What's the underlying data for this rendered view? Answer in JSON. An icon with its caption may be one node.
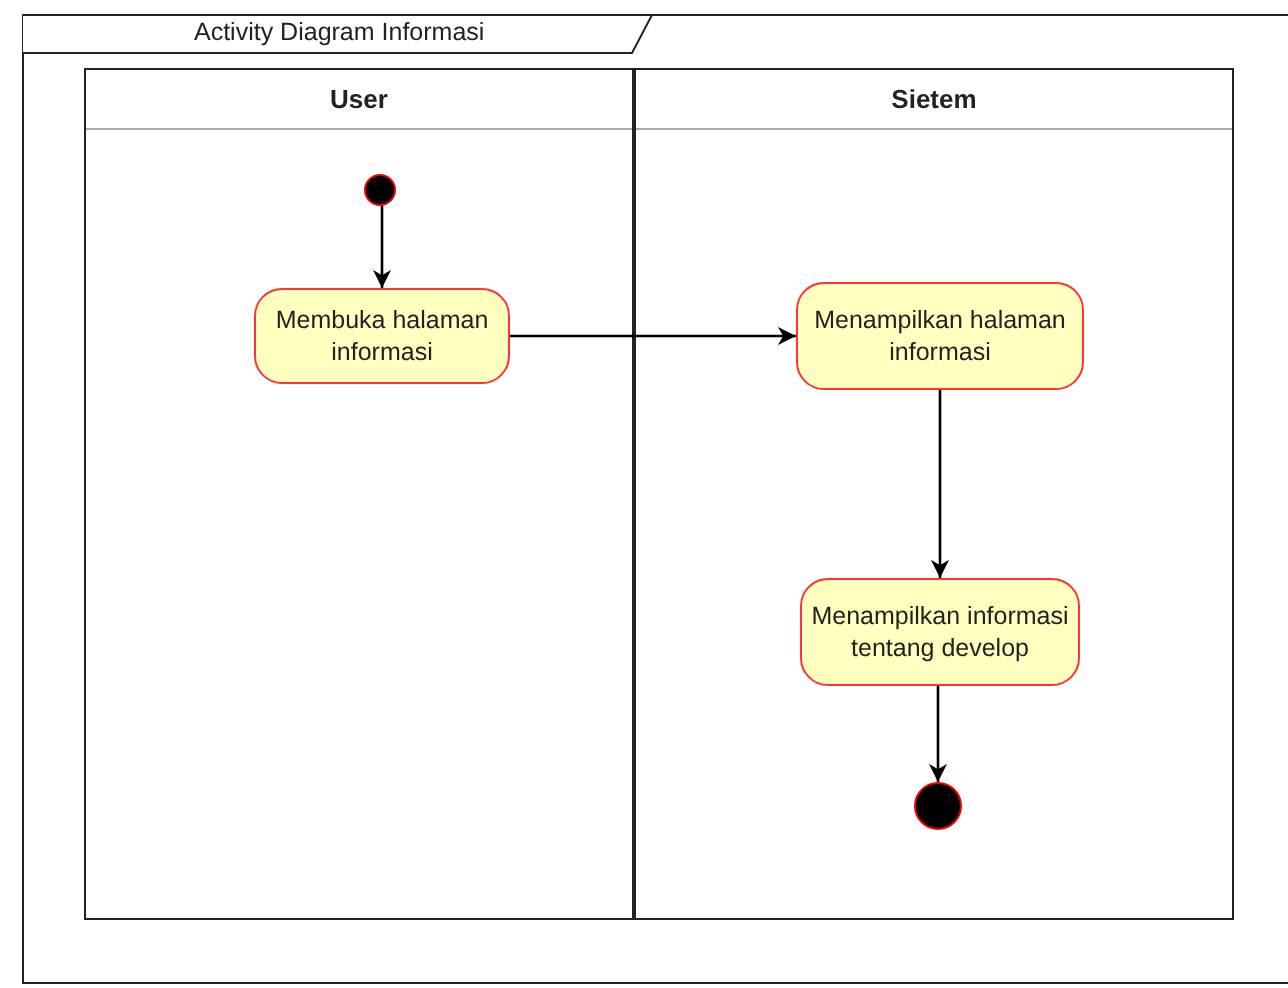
{
  "diagram": {
    "nodes": [
      {
        "text": [
          "Activity Diagram Informasi"
        ]
      },
      {
        "text": [
          "User"
        ],
        "in": 0
      },
      {
        "text": [
          "Sietem"
        ],
        "in": 0
      },
      {
        "text": [],
        "shape": "circle",
        "in": 1
      },
      {
        "text": [
          "Membuka halaman informasi"
        ],
        "in": 1
      },
      {
        "text": [
          "Menampilkan halaman informasi"
        ],
        "in": 2
      },
      {
        "text": [
          "Menampilkan informasi tentang develop"
        ],
        "in": 2
      },
      {
        "text": [],
        "shape": "circle",
        "in": 2
      }
    ],
    "edges": [
      {
        "from": 3,
        "to": 4,
        "arrow": "to"
      },
      {
        "from": 4,
        "to": 5,
        "arrow": "to"
      },
      {
        "from": 5,
        "to": 6,
        "arrow": "to"
      },
      {
        "from": 6,
        "to": 7,
        "arrow": "to"
      }
    ]
  }
}
